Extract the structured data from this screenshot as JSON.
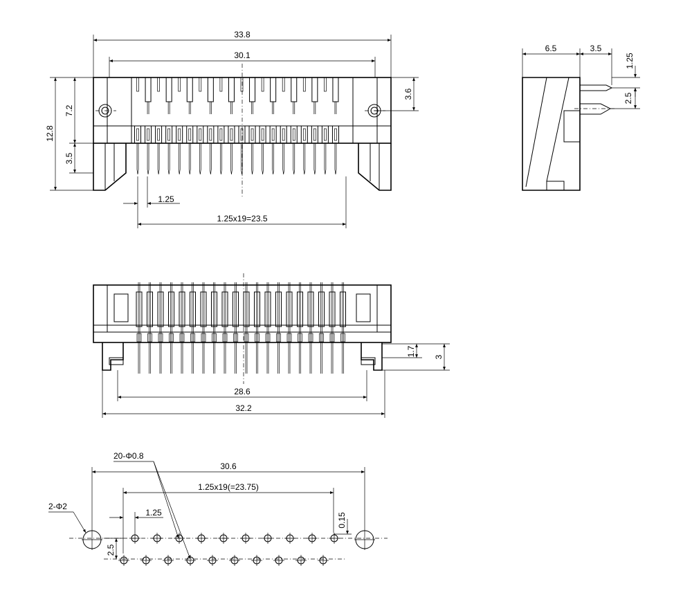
{
  "top_view": {
    "overall_width": "33.8",
    "post_span": "30.1",
    "body_depth": "12.8",
    "pin_row_height": "7.2",
    "leg_height": "3.5",
    "post_offset": "3.6",
    "pitch": "1.25",
    "pin_span": "1.25x19=23.5"
  },
  "side_view": {
    "body_length": "6.5",
    "pin_extension": "3.5",
    "row_pitch_upper": "1.25",
    "row_pitch_lower": "2.5"
  },
  "front_view": {
    "leg_offset_small": "1.7",
    "leg_offset_large": "3",
    "inner_span": "28.6",
    "outer_span": "32.2"
  },
  "footprint": {
    "hole_callout": "20-Φ0.8",
    "mount_hole_callout": "2-Φ2",
    "mount_span": "30.6",
    "pin_span": "1.25x19(=23.75)",
    "pitch": "1.25",
    "row_offset": "0.15",
    "row_pitch": "2.5"
  }
}
